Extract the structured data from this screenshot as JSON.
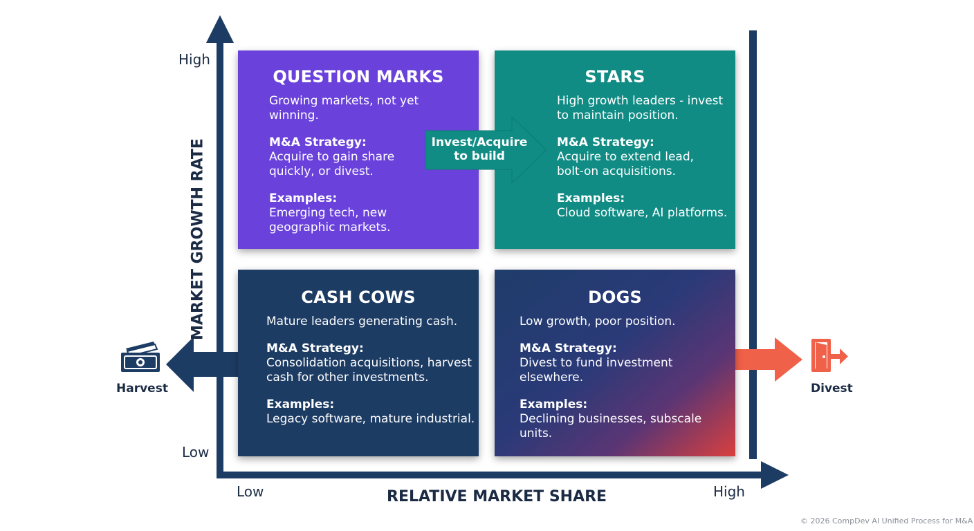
{
  "axes": {
    "y_title": "MARKET GROWTH RATE",
    "x_title": "RELATIVE MARKET SHARE",
    "y_high": "High",
    "y_low": "Low",
    "x_low": "Low",
    "x_high": "High"
  },
  "quadrants": {
    "question_marks": {
      "title": "QUESTION MARKS",
      "line1": "Growing markets, not yet",
      "line2": "winning.",
      "strategy_head": "M&A Strategy:",
      "strategy1": "Acquire to gain share",
      "strategy2": "quickly, or divest.",
      "examples_head": "Examples:",
      "examples1": "Emerging tech, new",
      "examples2": "geographic markets.",
      "color": "#6a42db"
    },
    "stars": {
      "title": "STARS",
      "line1": "High growth leaders - invest",
      "line2": "to maintain position.",
      "strategy_head": "M&A Strategy:",
      "strategy1": "Acquire to extend lead,",
      "strategy2": "bolt-on acquisitions.",
      "examples_head": "Examples:",
      "examples1": "Cloud software, AI platforms.",
      "color": "#108c84"
    },
    "cash_cows": {
      "title": "CASH COWS",
      "line1": "Mature leaders generating cash.",
      "strategy_head": "M&A Strategy:",
      "strategy1": "Consolidation acquisitions, harvest",
      "strategy2": "cash for other investments.",
      "examples_head": "Examples:",
      "examples1": "Legacy software, mature industrial.",
      "color": "#1d3c64"
    },
    "dogs": {
      "title": "DOGS",
      "line1": "Low growth, poor position.",
      "strategy_head": "M&A Strategy:",
      "strategy1": "Divest to fund investment",
      "strategy2": "elsewhere.",
      "examples_head": "Examples:",
      "examples1": "Declining businesses, subscale",
      "examples2": "units.",
      "color": "#d9403e"
    }
  },
  "arrows": {
    "invest_line1": "Invest/Acquire",
    "invest_line2": "to build",
    "harvest": "Harvest",
    "divest": "Divest",
    "invest_color": "#108c84",
    "harvest_color": "#1d3c64",
    "divest_color": "#f0614a"
  },
  "icons": {
    "harvest_icon": "cash-stack-icon",
    "divest_icon": "exit-door-icon"
  },
  "footer": "© 2026 CompDev AI Unified Process for M&A"
}
